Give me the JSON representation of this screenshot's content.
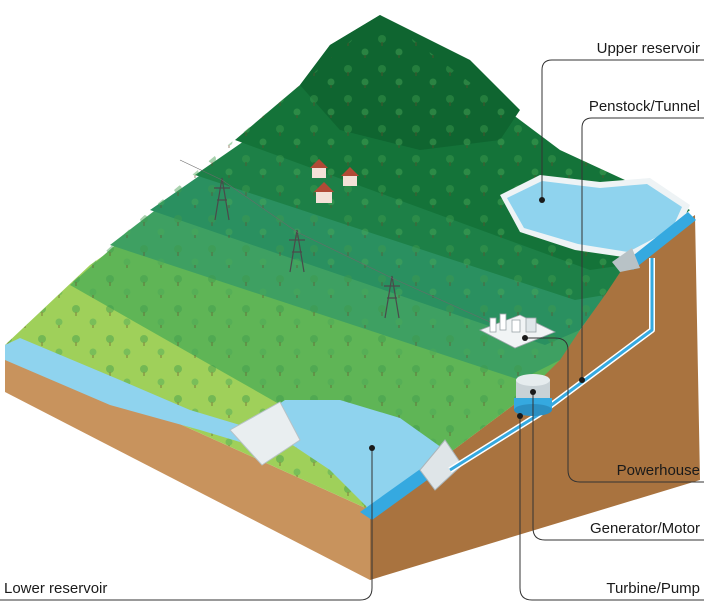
{
  "labels": {
    "upper_reservoir": "Upper reservoir",
    "penstock": "Penstock/Tunnel",
    "powerhouse": "Powerhouse",
    "generator": "Generator/Motor",
    "turbine": "Turbine/Pump",
    "lower_reservoir": "Lower reservoir"
  },
  "colors": {
    "water": "#8fd3ee",
    "water_dark": "#35a9e0",
    "soil": "#c8935d",
    "soil_dark": "#a9733f",
    "grass_light": "#9fd05a",
    "forest_dark": "#0f6e33",
    "leader_line": "#333333"
  }
}
